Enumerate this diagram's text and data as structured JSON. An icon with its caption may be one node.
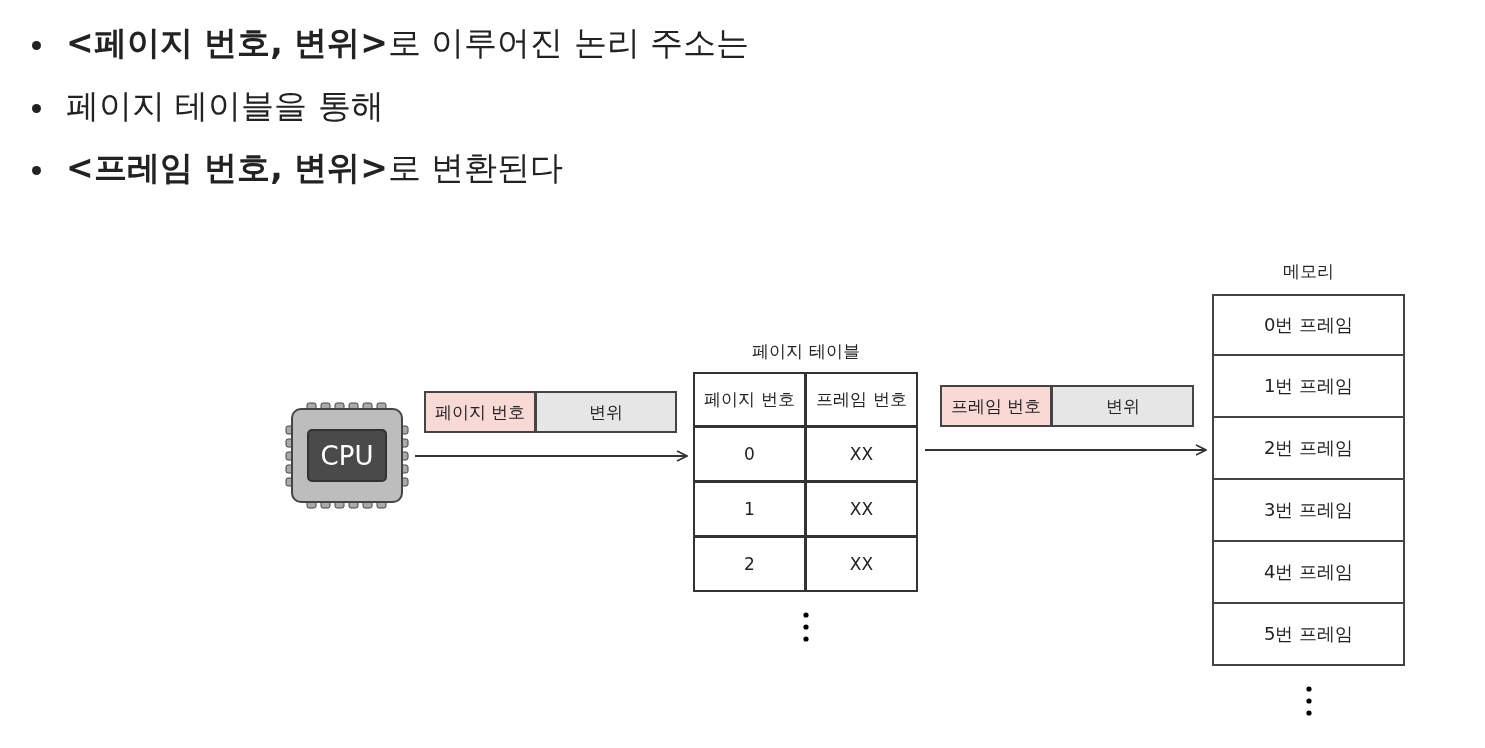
{
  "diagram": {
    "nodes": [
      {
        "text": [
          "CPU"
        ]
      },
      {
        "text": [
          "페이지 번호"
        ]
      },
      {
        "text": [
          "변위"
        ]
      },
      {
        "text": [
          "페이지 테이블"
        ]
      },
      {
        "text": [
          "프레임 번호"
        ]
      },
      {
        "text": [
          "변위"
        ]
      },
      {
        "text": [
          "메모리"
        ]
      },
      {
        "text": [
          "0번 프레임"
        ],
        "in": 6
      },
      {
        "text": [
          "1번 프레임"
        ],
        "in": 6
      },
      {
        "text": [
          "2번 프레임"
        ],
        "in": 6
      },
      {
        "text": [
          "3번 프레임"
        ],
        "in": 6
      },
      {
        "text": [
          "4번 프레임"
        ],
        "in": 6
      },
      {
        "text": [
          "5번 프레임"
        ],
        "in": 6
      }
    ],
    "edges": [
      {
        "from": 0,
        "to": 3,
        "arrow": "to"
      },
      {
        "from": 3,
        "to": 6,
        "arrow": "to"
      }
    ],
    "labels": [
      "**<페이지 번호, 변위>**로 이루어진 논리 주소는",
      "페이지 테이블을 통해",
      "**<프레임 번호, 변위>**로 변환된다",
      "페이지 번호",
      "프레임 번호",
      "0",
      "XX",
      "1",
      "XX",
      "2",
      "XX"
    ]
  }
}
